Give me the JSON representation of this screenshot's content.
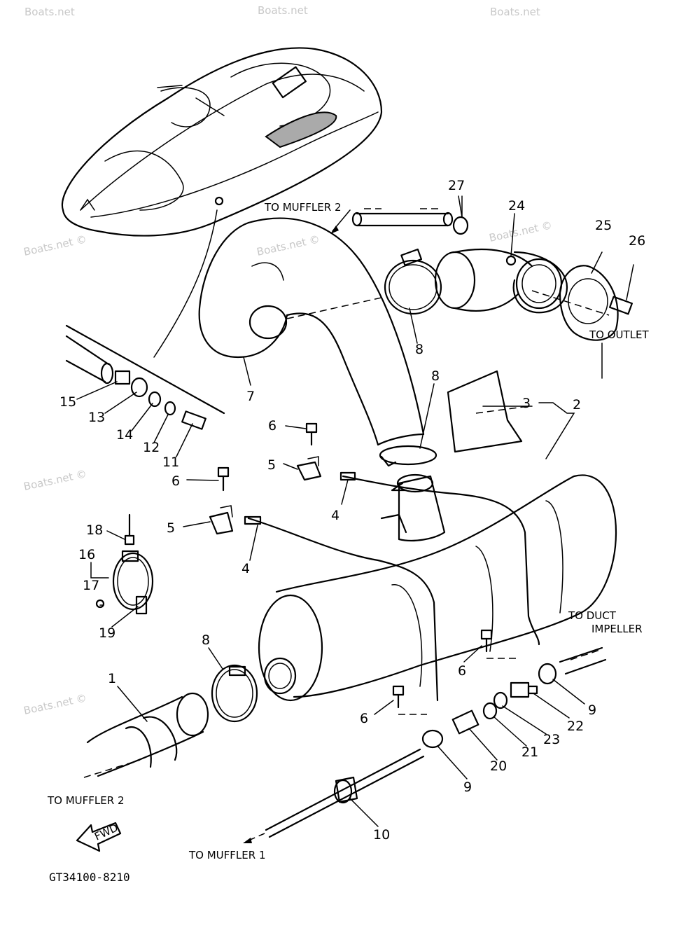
{
  "watermarks": [
    "Boats.net",
    "Boats.net",
    "Boats.net",
    "Boats.net ©",
    "Boats.net ©",
    "Boats.net ©",
    "Boats.net ©",
    "Boats.net ©"
  ],
  "labels": {
    "to_muffler2_top": "TO MUFFLER 2",
    "to_outlet": "TO OUTLET",
    "to_duct": "TO DUCT",
    "impeller": "IMPELLER",
    "to_muffler2_bottom": "TO MUFFLER 2",
    "to_muffler1": "TO MUFFLER 1",
    "fwd": "FWD",
    "diagram_code": "GT34100-8210"
  },
  "callouts": {
    "p27": "27",
    "p24": "24",
    "p25": "25",
    "p26": "26",
    "p8a": "8",
    "p7": "7",
    "p8b": "8",
    "p3": "3",
    "p2": "2",
    "p15": "15",
    "p13": "13",
    "p14": "14",
    "p12": "12",
    "p11": "11",
    "p6a": "6",
    "p5a": "5",
    "p6b": "6",
    "p5b": "5",
    "p4a": "4",
    "p4b": "4",
    "p18": "18",
    "p16": "16",
    "p17": "17",
    "p19": "19",
    "p8c": "8",
    "p1": "1",
    "p6c": "6",
    "p6d": "6",
    "p9a": "9",
    "p22": "22",
    "p23": "23",
    "p21": "21",
    "p20": "20",
    "p9b": "9",
    "p10": "10"
  }
}
